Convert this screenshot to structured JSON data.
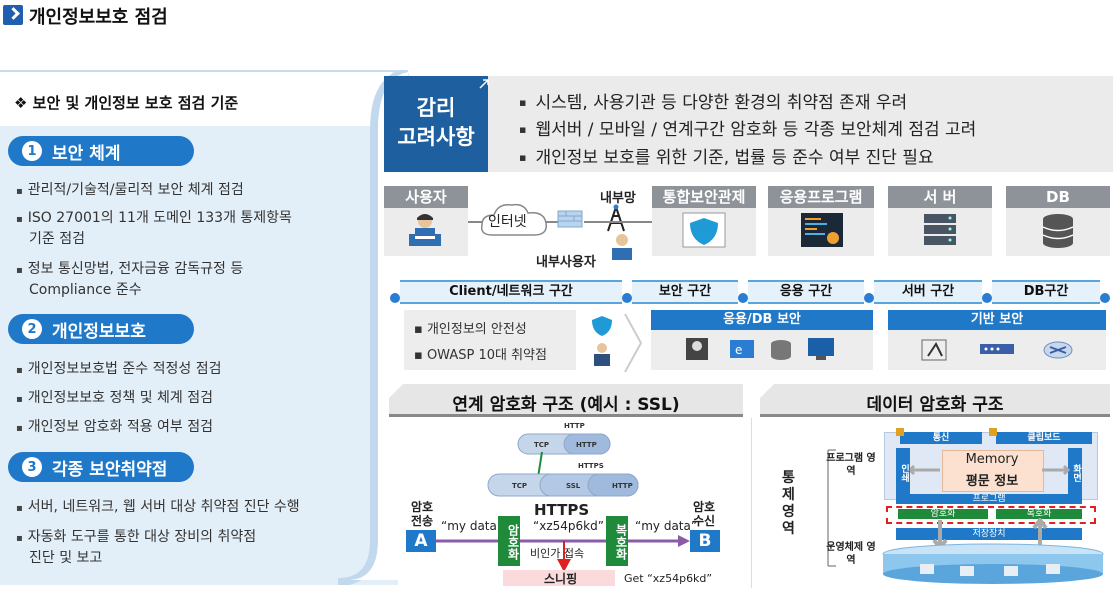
{
  "header": {
    "title": "개인정보보호  점검"
  },
  "left": {
    "heading": "❖ 보안 및 개인정보 보호 점검 기준",
    "sections": [
      {
        "num": "1",
        "title": "보안 체계",
        "items": [
          "관리적/기술적/물리적 보안 체계 점검",
          "ISO 27001의 11개 도메인 133개 통제항목",
          "기준 점검",
          "정보 통신망법, 전자금융 감독규정 등",
          "Compliance 준수"
        ]
      },
      {
        "num": "2",
        "title": "개인정보보호",
        "items": [
          "개인정보보호법 준수 적정성 점검",
          "개인정보보호 정책 및 체계 점검",
          "개인정보 암호화 적용 여부 점검"
        ]
      },
      {
        "num": "3",
        "title": "각종 보안취약점",
        "items": [
          "서버, 네트워크, 웹 서버 대상 취약점 진단 수행",
          "자동화 도구를 통한 대상 장비의 취약점",
          "진단 및 보고"
        ]
      }
    ]
  },
  "consider": {
    "label_line1": "감리",
    "label_line2": "고려사항",
    "items": [
      "시스템, 사용기관 등 다양한 환경의 취약점 존재 우려",
      "웹서버 / 모바일 / 연계구간 암호화 등 각종 보안체계 점검 고려",
      "개인정보 보호를 위한 기준, 법률 등 준수 여부 진단 필요"
    ]
  },
  "layers": {
    "user": "사용자",
    "internet": "인터넷",
    "internal_net": "내부망",
    "internal_user": "내부사용자",
    "security_ctrl": "통합보안관제",
    "application": "응용프로그램",
    "server": "서  버",
    "db": "DB"
  },
  "zones": [
    "Client/네트워크 구간",
    "보안 구간",
    "응용 구간",
    "서버 구간",
    "DB구간"
  ],
  "checks": [
    "개인정보의 안전성",
    "OWASP 10대 취약점"
  ],
  "sec_groups": {
    "app_db": "응용/DB 보안",
    "infra": "기반 보안"
  },
  "ssl": {
    "title": "연계 암호화 구조 (예시 : SSL)",
    "stack1": {
      "top": "HTTP",
      "left": "TCP",
      "right": "HTTP"
    },
    "stack2": {
      "top": "HTTPS",
      "left": "TCP",
      "mid": "SSL",
      "right": "HTTP"
    },
    "sender_label1": "암호",
    "sender_label2": "전송",
    "receiver_label1": "암호",
    "receiver_label2": "수신",
    "node_a": "A",
    "node_b": "B",
    "plain_left": "“my data”",
    "plain_right": "“my data”",
    "encrypt": "암호화",
    "decrypt": "복호화",
    "https": "HTTPS",
    "cipher": "“xz54p6kd”",
    "unauthorized": "비인가 접속",
    "sniffing": "스니핑",
    "get": "Get “xz54p6kd”"
  },
  "data_enc": {
    "title": "데이터 암호화 구조",
    "control_area": "통제영역",
    "program_area": "프로그램 영역",
    "ops_area": "운영체제 영역",
    "comm": "통신",
    "clipboard": "클립보드",
    "print": "인쇄",
    "screen": "화면",
    "memory": "Memory",
    "plain_info": "평문 정보",
    "program": "프로그램",
    "encrypt": "암호화",
    "decrypt": "복호화",
    "storage": "저장장치"
  },
  "colors": {
    "blue": "#1f78c8",
    "navy": "#1e5f9f",
    "gray": "#8d9399",
    "green": "#1e8a3a",
    "red": "#e02020"
  }
}
